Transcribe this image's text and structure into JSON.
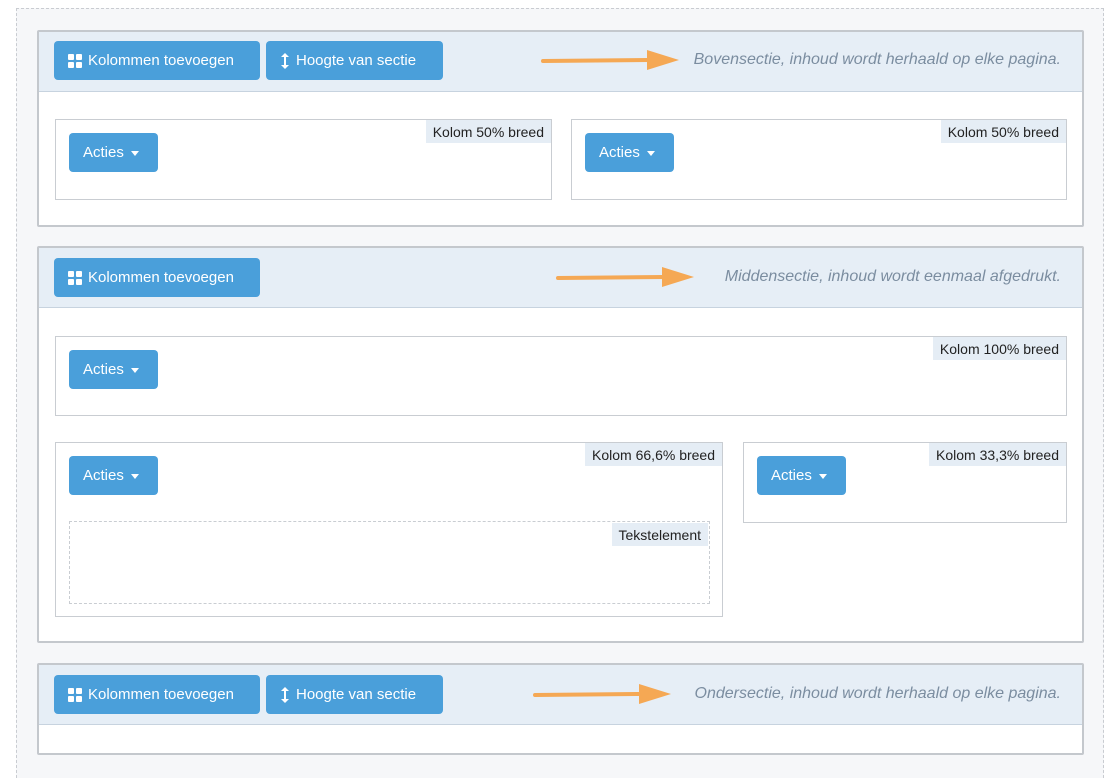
{
  "colors": {
    "button": "#4a9fda",
    "section_header": "#e6eef6",
    "note_text": "#7b8da0",
    "arrow": "#f5a854",
    "column_label_bg": "#e5edf5"
  },
  "icons": {
    "add_columns": "grid-icon",
    "section_height": "vertical-resize-icon",
    "actions_dropdown": "caret-down-icon",
    "pointer": "arrow-right-icon"
  },
  "top_section": {
    "add_columns_label": "Kolommen toevoegen",
    "height_label": "Hoogte van sectie",
    "note": "Bovensectie, inhoud wordt herhaald op elke pagina.",
    "columns": [
      {
        "label": "Kolom 50% breed",
        "actions_label": "Acties"
      },
      {
        "label": "Kolom 50% breed",
        "actions_label": "Acties"
      }
    ]
  },
  "middle_section": {
    "add_columns_label": "Kolommen toevoegen",
    "note": "Middensectie, inhoud wordt eenmaal afgedrukt.",
    "columns": [
      {
        "label": "Kolom 100% breed",
        "actions_label": "Acties"
      },
      {
        "label": "Kolom 66,6% breed",
        "actions_label": "Acties",
        "text_element_label": "Tekstelement"
      },
      {
        "label": "Kolom 33,3% breed",
        "actions_label": "Acties"
      }
    ]
  },
  "bottom_section": {
    "add_columns_label": "Kolommen toevoegen",
    "height_label": "Hoogte van sectie",
    "note": "Ondersectie, inhoud wordt herhaald op elke pagina."
  }
}
